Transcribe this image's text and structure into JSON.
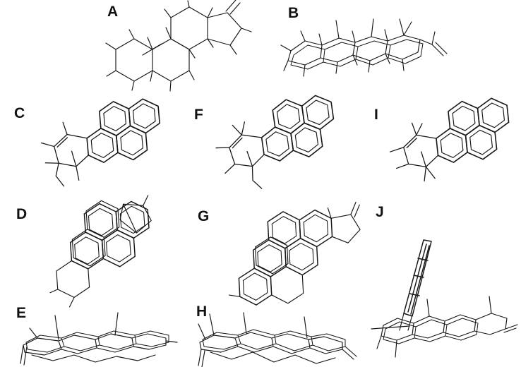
{
  "figure": {
    "title": "Molecular structure comparison figure",
    "colors": {
      "background": "#ffffff",
      "line": "#161616"
    },
    "panels": [
      {
        "id": "A",
        "label": "A",
        "structure": "steroid-skeleton-wireframe-top-view"
      },
      {
        "id": "B",
        "label": "B",
        "structure": "steroid-skeleton-wireframe-edge-view"
      },
      {
        "id": "C",
        "label": "C",
        "structure": "cyclopenta-pyrene-hydrocarbon-top-view"
      },
      {
        "id": "F",
        "label": "F",
        "structure": "cyclopenta-pyrene-hydrocarbon-top-view"
      },
      {
        "id": "I",
        "label": "I",
        "structure": "cyclopenta-pyrene-hydrocarbon-top-view"
      },
      {
        "id": "D",
        "label": "D",
        "structure": "benzopyrene-steroid-superposition-top-view"
      },
      {
        "id": "G",
        "label": "G",
        "structure": "benzopyrene-steroid-superposition-top-view"
      },
      {
        "id": "J",
        "label": "J",
        "structure": "perpendicular-aromatic-on-steroid-edge-view"
      },
      {
        "id": "E",
        "label": "E",
        "structure": "aromatic-steroid-superposition-edge-view"
      },
      {
        "id": "H",
        "label": "H",
        "structure": "aromatic-steroid-superposition-edge-view"
      }
    ]
  }
}
